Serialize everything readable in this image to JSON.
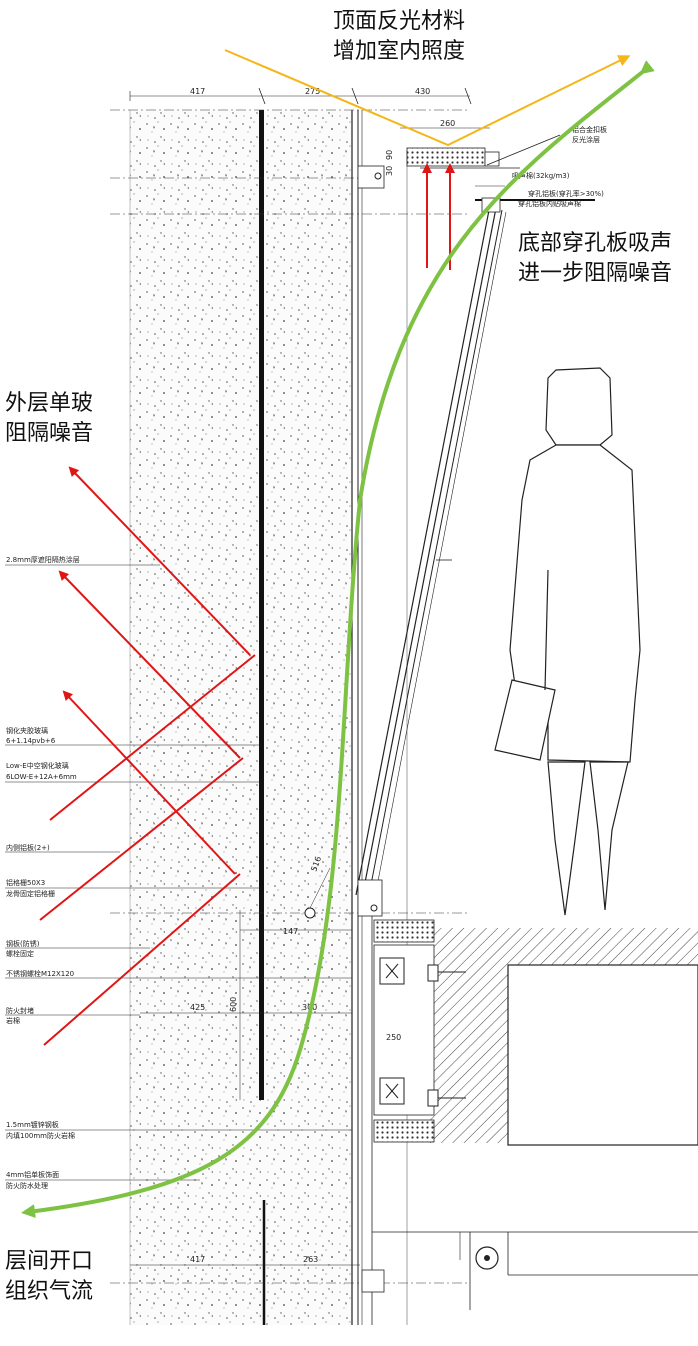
{
  "annotations": {
    "top_reflect_line1": "顶面反光材料",
    "top_reflect_line2": "增加室内照度",
    "bottom_panel_line1": "底部穿孔板吸声",
    "bottom_panel_line2": "进一步阻隔噪音",
    "outer_glass_line1": "外层单玻",
    "outer_glass_line2": "阻隔噪音",
    "floor_gap_line1": "层间开口",
    "floor_gap_line2": "组织气流"
  },
  "dimensions": {
    "top_left": "417",
    "top_mid": "275",
    "top_right": "430",
    "top_260": "260",
    "top_90": "90",
    "top_30": "30",
    "mid_147": "147",
    "mid_425": "425",
    "mid_300": "300",
    "mid_600": "600",
    "mid_250": "250",
    "bot_417": "417",
    "bot_263": "263",
    "ang_516": "516"
  },
  "notes": {
    "n1": "2.8mm厚遮阳隔热涂层",
    "n2": "钢化夹胶玻璃",
    "n3": "6+1.14pvb+6",
    "n4": "Low-E中空钢化玻璃",
    "n5": "6LOW-E+12A+6mm",
    "n6": "内侧铝板(2+)",
    "n7": "铝格栅50X3",
    "n8": "龙骨固定铝格栅",
    "n9": "钢板(防锈)",
    "n10": "螺栓固定",
    "n11": "不锈钢螺栓M12X120",
    "n12": "防火封堵",
    "n13": "岩棉",
    "n14": "1.5mm镀锌钢板",
    "n15": "内填100mm防火岩棉",
    "n16": "4mm铝单板饰面",
    "n17": "防火防水处理",
    "r1": "铝合金扣板",
    "r2": "反光涂层",
    "r3": "吸声棉(32kg/m3)",
    "r4": "穿孔铝板(穿孔率>30%)",
    "r5": "穿孔铝板内贴吸声棉"
  },
  "colors": {
    "arrow_red": "#e01515",
    "airflow_green": "#7dc242",
    "light_yellow": "#f4b619"
  }
}
